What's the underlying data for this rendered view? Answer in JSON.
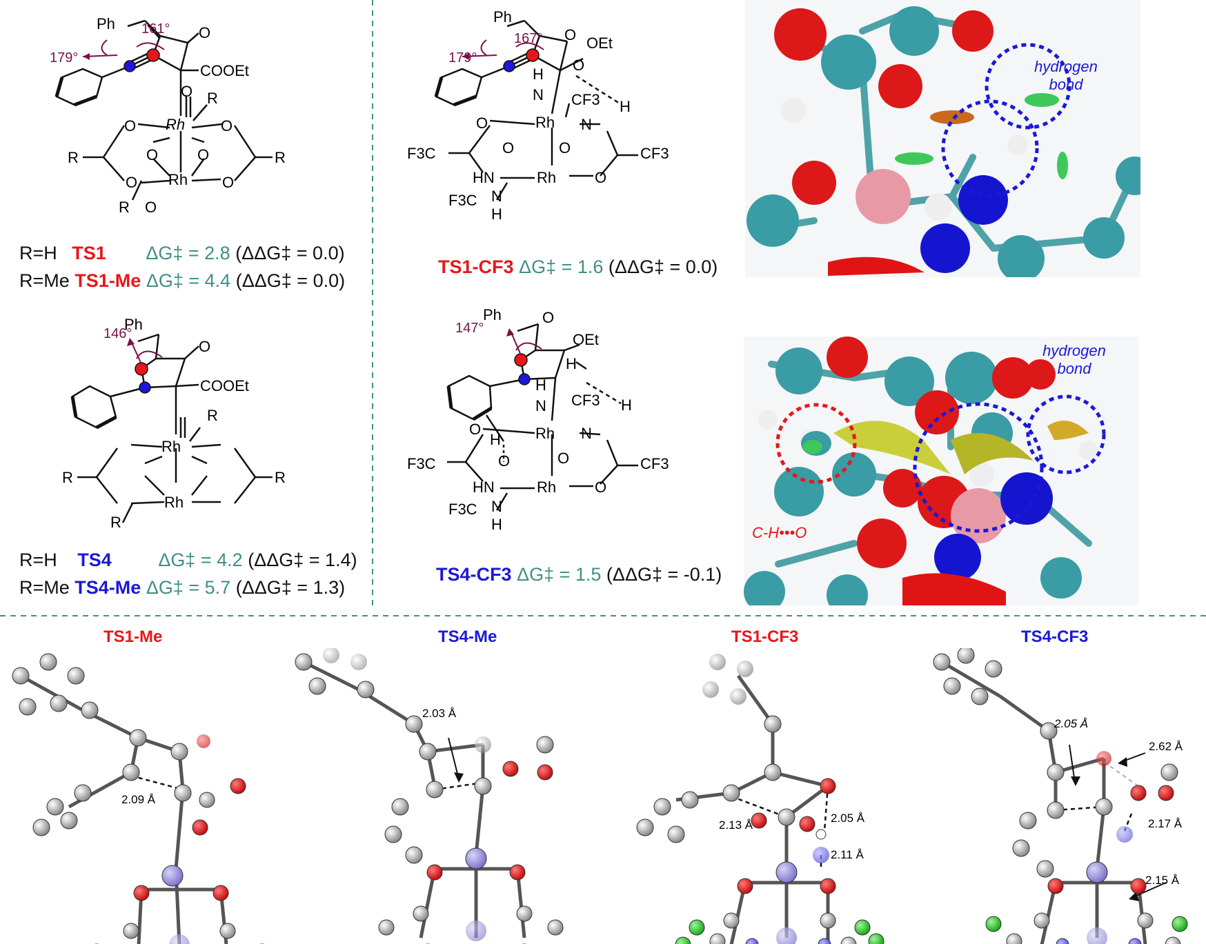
{
  "colors": {
    "divider": "#3f8f86",
    "ts1": "#e8161b",
    "ts4": "#1b18d8",
    "dg": "#3f8f86",
    "angle": "#7a1046",
    "carbon": "#3a9ca4",
    "rh": "#e79aa6",
    "oxygen": "#cc0f0f",
    "nitrogen": "#1212d0",
    "fluorine": "#27c51b",
    "rh3d": "#9a93de"
  },
  "panel_tl": {
    "ph": "Ph",
    "o_top": "O",
    "cooet": "COOEt",
    "angle_outer": "179°",
    "angle_inner": "161°",
    "rh_top": "Rh",
    "rh_bot": "Rh",
    "o": "O",
    "r": "R",
    "row1": {
      "r": "R=H",
      "ts": "TS1",
      "dg": "ΔG‡ = 2.8",
      "ddg": "(ΔΔG‡ = 0.0)"
    },
    "row2": {
      "r": "R=Me",
      "ts": "TS1-Me",
      "dg": "ΔG‡ = 4.4",
      "ddg": "(ΔΔG‡ = 0.0)"
    }
  },
  "panel_tm": {
    "ph": "Ph",
    "o": "O",
    "oet": "OEt",
    "angle_outer": "179°",
    "angle_inner": "167°",
    "rh": "Rh",
    "h": "H",
    "n": "N",
    "hn": "HN",
    "cf3": "CF3",
    "f3c": "F3C",
    "label": {
      "ts": "TS1-CF3",
      "dg": "ΔG‡ = 1.6",
      "ddg": "(ΔΔG‡ = 0.0)"
    }
  },
  "panel_tr": {
    "annotation": "hydrogen bond"
  },
  "panel_ml": {
    "ph": "Ph",
    "o": "O",
    "cooet": "COOEt",
    "angle": "146°",
    "rh": "Rh",
    "r": "R",
    "row1": {
      "r": "R=H",
      "ts": "TS4",
      "dg": "ΔG‡ = 4.2",
      "ddg": "(ΔΔG‡ = 1.4)"
    },
    "row2": {
      "r": "R=Me",
      "ts": "TS4-Me",
      "dg": "ΔG‡ = 5.7",
      "ddg": "(ΔΔG‡ = 1.3)"
    }
  },
  "panel_mm": {
    "ph": "Ph",
    "o": "O",
    "oet": "OEt",
    "angle": "147°",
    "rh": "Rh",
    "h": "H",
    "n": "N",
    "hn": "HN",
    "cf3": "CF3",
    "f3c": "F3C",
    "label": {
      "ts": "TS4-CF3",
      "dg": "ΔG‡ = 1.5",
      "ddg": "(ΔΔG‡ = -0.1)"
    }
  },
  "panel_mr": {
    "annotation_hb": "hydrogen bond",
    "annotation_ch": "C-H•••O"
  },
  "structures3d": [
    {
      "title": "TS1-Me",
      "d1": "2.09 Å"
    },
    {
      "title": "TS4-Me",
      "d1": "2.03 Å"
    },
    {
      "title": "TS1-CF3",
      "d1": "2.13 Å",
      "d2": "2.05 Å",
      "d3": "2.11 Å"
    },
    {
      "title": "TS4-CF3",
      "d1": "2.05 Å",
      "d2": "2.62 Å",
      "d3": "2.17 Å",
      "d4": "2.15 Å"
    }
  ]
}
